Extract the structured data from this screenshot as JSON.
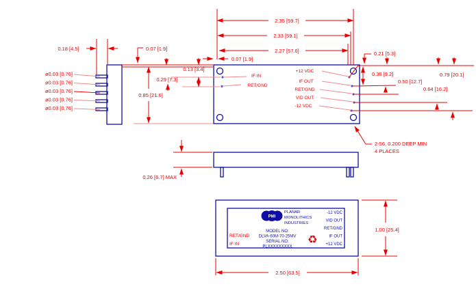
{
  "drawing": {
    "colors": {
      "part_outline": "#0d0da8",
      "dimension": "#e80000",
      "leader_light": "#f28b8b"
    },
    "top_dims": {
      "d235": "2.35 [59.7]",
      "d233": "2.33 [59.1]",
      "d227": "2.27 [57.6]",
      "d007": "0.07 [1.9]"
    },
    "left_dims": {
      "d018": "0.18 [4.5]",
      "d007": "0.07 [1.9]",
      "d029": "0.29 [7.3]",
      "d013": "0.13 [3.4]",
      "d085": "0.85 [21.6]",
      "pin_dia": "ø0.03 [0.76]"
    },
    "right_dims": {
      "d021": "0.21 [5.3]",
      "d036": "0.36 [9.2]",
      "d050": "0.50 [12.7]",
      "d064": "0.64 [16.2]",
      "d079": "0.79 [20.1]"
    },
    "side_dims": {
      "d026": "0.26 [6.7] MAX"
    },
    "bottom_dims": {
      "d100": "1.00 [25.4]",
      "d250": "2.50 [63.5]"
    },
    "top_view": {
      "left_pins": [
        "IF IN",
        "RET/GND"
      ],
      "right_pins": [
        "+12 VDC",
        "IF OUT",
        "RET/GND",
        "VID OUT",
        "-12 VDC"
      ]
    },
    "note": {
      "line1": "2-56, 0.200 DEEP MIN",
      "line2": "4 PLACES"
    },
    "label": {
      "logo": "PMI",
      "company1": "PLANAR",
      "company2": "MONOLITHICS",
      "company3": "INDUSTRIES",
      "model_label": "MODEL NO:",
      "model": "DLVA-60M-70-25MV",
      "serial_label": "SERIAL NO:",
      "serial": "PLXXXXXXXXX",
      "left_pins": [
        "RET/GND",
        "IF IN"
      ],
      "right_pins": [
        "-12 VDC",
        "VID OUT",
        "RET/GND",
        "IF OUT",
        "+12 VDC"
      ],
      "esd_symbol": "♻"
    }
  }
}
